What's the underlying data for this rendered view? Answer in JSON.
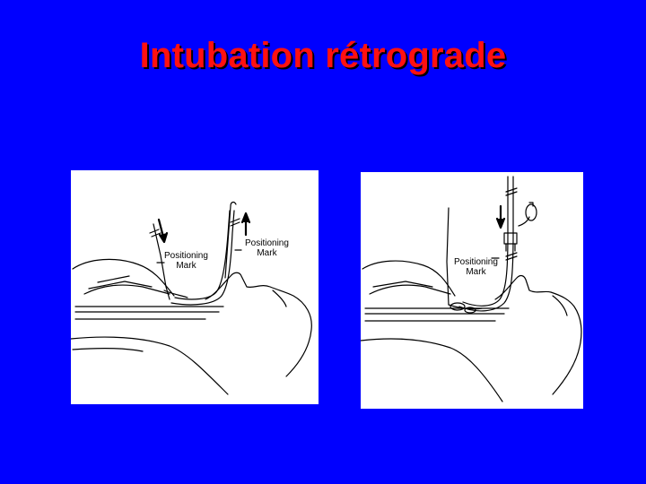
{
  "slide": {
    "title": "Intubation rétrograde"
  },
  "colors": {
    "background": "#0000ff",
    "title": "#ff1010",
    "panel": "#ffffff",
    "line": "#000000"
  },
  "panels": [
    {
      "labels": [
        {
          "line1": "Positioning",
          "line2": "Mark"
        },
        {
          "line1": "Positioning",
          "line2": "Mark"
        }
      ]
    },
    {
      "labels": [
        {
          "line1": "Positioning",
          "line2": "Mark"
        }
      ]
    }
  ]
}
